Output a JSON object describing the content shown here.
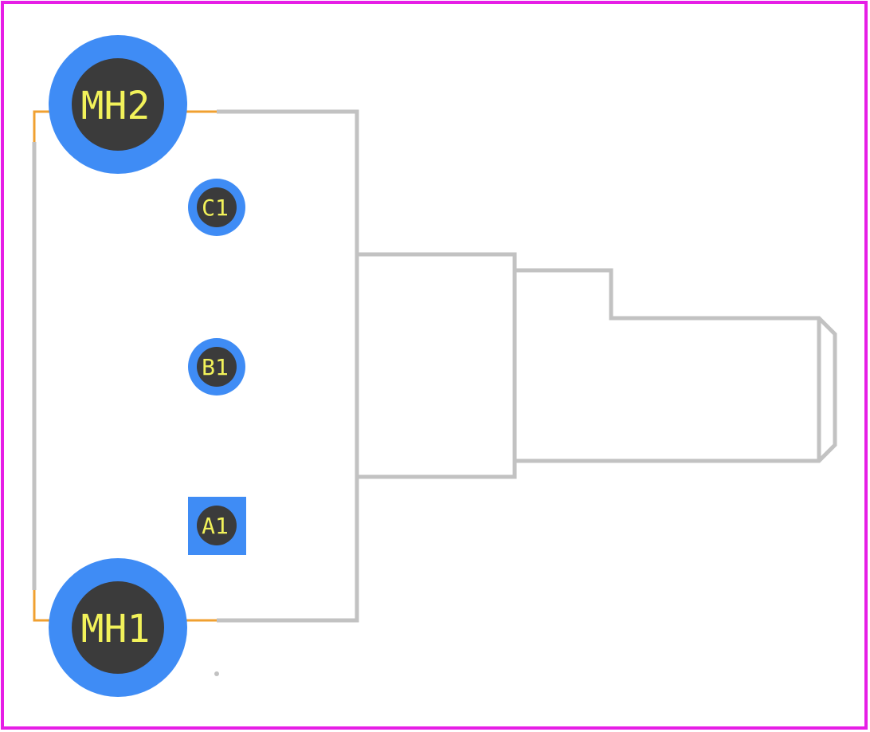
{
  "colors": {
    "board_outline": "#e61ee6",
    "silkscreen": "#c2c2c2",
    "courtyard": "#f0a030",
    "pad_copper": "#3f8cf5",
    "pad_hole": "#3b3b3b",
    "pad_text": "#f2f25a",
    "background": "#ffffff"
  },
  "pads": {
    "mh2": {
      "label": "MH2",
      "shape": "circle"
    },
    "mh1": {
      "label": "MH1",
      "shape": "circle"
    },
    "c1": {
      "label": "C1",
      "shape": "circle"
    },
    "b1": {
      "label": "B1",
      "shape": "circle"
    },
    "a1": {
      "label": "A1",
      "shape": "square"
    }
  }
}
